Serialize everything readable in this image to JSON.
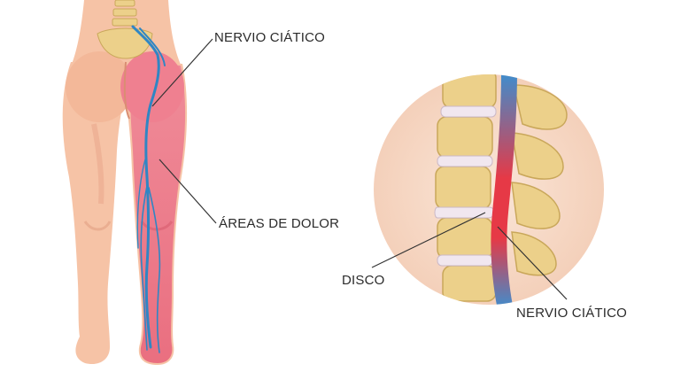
{
  "labels": {
    "sciatic_nerve_top": "NERVIO CIÁTICO",
    "pain_areas": "ÁREAS DE DOLOR",
    "disc": "DISCO",
    "sciatic_nerve_bottom": "NERVIO CIÁTICO"
  },
  "colors": {
    "skin": "#f6c3a6",
    "skin_shadow": "#e8a58a",
    "pain_area": "#ec7585",
    "nerve": "#2f86c4",
    "spine_bone": "#ecd08a",
    "spine_bone_dark": "#c9a75a",
    "disc": "#f1e7ef",
    "inset_bg": "#f8dcca",
    "inflamed_nerve": "#e63946",
    "leader_line": "#333333"
  }
}
